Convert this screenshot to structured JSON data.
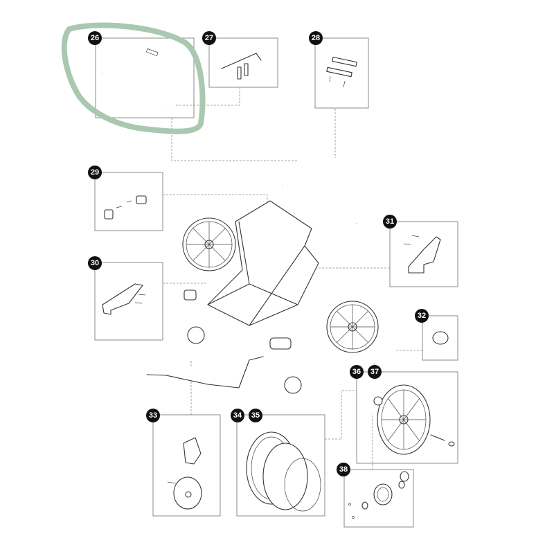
{
  "diagram": {
    "type": "exploded-parts-diagram",
    "highlight_color": "#a9c8b0",
    "highlighted_part": "26",
    "callouts": [
      {
        "id": "26",
        "label": "26"
      },
      {
        "id": "27",
        "label": "27"
      },
      {
        "id": "28",
        "label": "28"
      },
      {
        "id": "29",
        "label": "29"
      },
      {
        "id": "30",
        "label": "30"
      },
      {
        "id": "31",
        "label": "31"
      },
      {
        "id": "32",
        "label": "32"
      },
      {
        "id": "33",
        "label": "33"
      },
      {
        "id": "34",
        "label": "34"
      },
      {
        "id": "35",
        "label": "35"
      },
      {
        "id": "36",
        "label": "36"
      },
      {
        "id": "37",
        "label": "37"
      },
      {
        "id": "38",
        "label": "38"
      }
    ]
  }
}
